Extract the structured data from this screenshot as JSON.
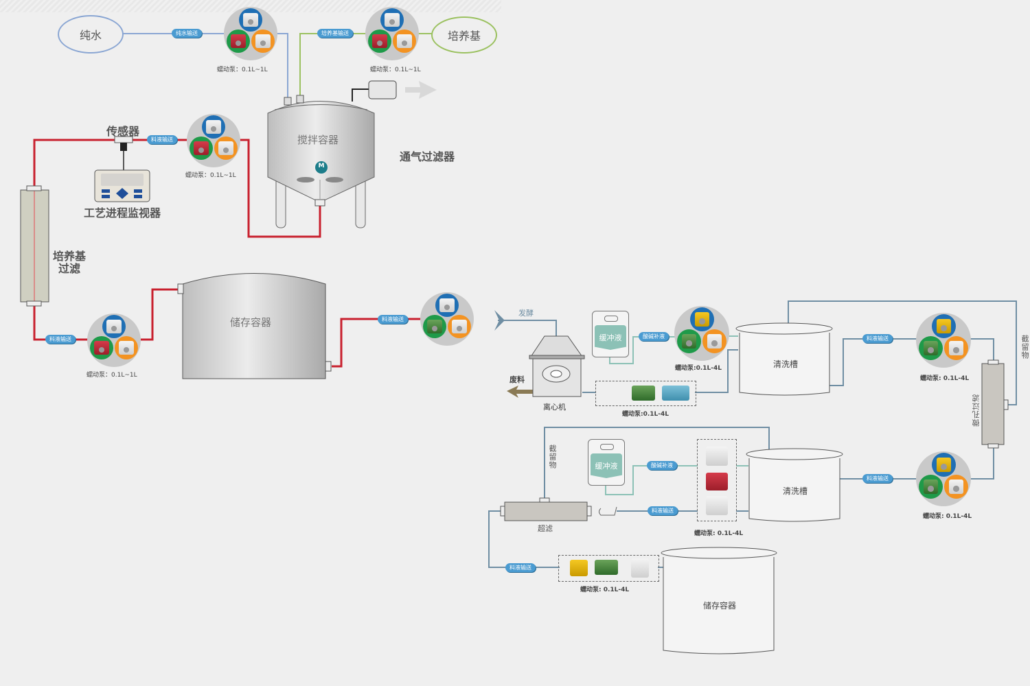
{
  "diagram": {
    "top_section": {
      "sources": [
        {
          "id": "pure-water",
          "label": "纯水",
          "color": "#7f9fd0"
        },
        {
          "id": "culture-medium",
          "label": "培养基",
          "color": "#9bc160"
        }
      ],
      "pipe_tags": {
        "pure_water_transfer": "纯水输送",
        "medium_transfer": "培养基输送",
        "liquid_transfer_sensor": "料液输送",
        "liquid_transfer_filter": "料液输送",
        "liquid_transfer_storage": "料液输送"
      },
      "pump_captions": {
        "pump_water": "蠕动泵：0.1L~1L",
        "pump_medium": "蠕动泵：0.1L~1L",
        "pump_sensor": "蠕动泵：0.1L~1L",
        "pump_filter": "蠕动泵：0.1L~1L"
      },
      "sensor_label": "传感器",
      "monitor_label": "工艺进程监视器",
      "mixing_vessel_label": "搅拌容器",
      "motor_label": "M",
      "vent_filter_label": "通气过滤器",
      "medium_filter_label_line1": "培养基",
      "medium_filter_label_line2": "过滤",
      "storage_vessel_label": "储存容器"
    },
    "bottom_section": {
      "fermentation_label": "发酵",
      "waste_label": "废料",
      "centrifuge_label": "离心机",
      "buffer1_label": "缓冲液",
      "buffer2_label": "缓冲液",
      "acid_base_tag1": "酸碱补液",
      "acid_base_tag2": "酸碱补液",
      "liquid_tag_wash1": "料液输送",
      "liquid_tag_wash2": "料液输送",
      "liquid_tag_uf": "料液输送",
      "liquid_tag_storage": "料液输送",
      "pump_captions": {
        "pump_buffer1": "蠕动泵:0.1L-4L",
        "pump_centrifuge": "蠕动泵:0.1L-4L",
        "pump_wash1": "蠕动泵: 0.1L-4L",
        "pump_wash2": "蠕动泵: 0.1L-4L",
        "pump_buffer2": "蠕动泵: 0.1L-4L",
        "pump_storage": "蠕动泵: 0.1L-4L"
      },
      "wash_tank1_label": "清洗槽",
      "wash_tank2_label": "清洗槽",
      "microfiltration_label": "微孔过滤",
      "retentate1_label": "截留物",
      "retentate2_label": "截留物",
      "ultrafiltration_label": "超滤",
      "storage_label": "储存容器"
    },
    "colors": {
      "pipe_blue": "#8aa6d3",
      "pipe_green": "#9bc160",
      "pipe_red": "#c8202e",
      "pipe_slate": "#6f8ea3",
      "pipe_mint": "#8cc1b6",
      "tag_blue": "#4a9bd1",
      "ring_blue": "#1f6fb4",
      "ring_green": "#1f9a49",
      "ring_orange": "#f39322"
    }
  }
}
